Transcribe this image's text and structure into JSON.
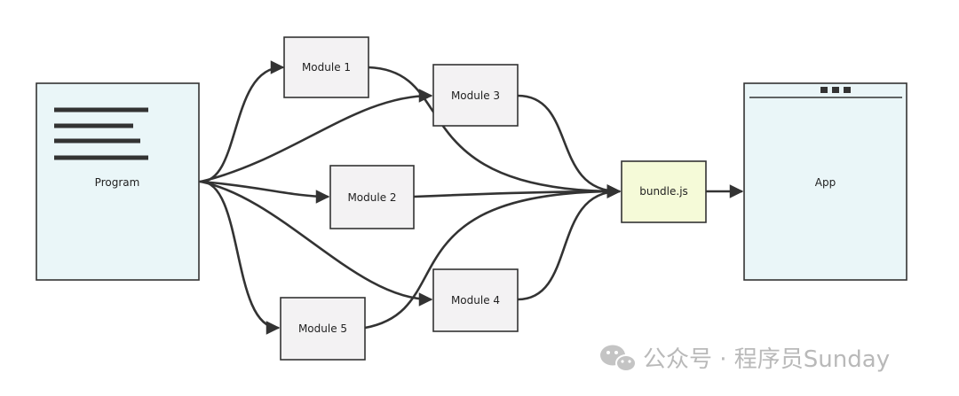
{
  "diagram": {
    "nodes": {
      "program": {
        "label": "Program"
      },
      "module1": {
        "label": "Module 1"
      },
      "module2": {
        "label": "Module 2"
      },
      "module3": {
        "label": "Module 3"
      },
      "module4": {
        "label": "Module 4"
      },
      "module5": {
        "label": "Module 5"
      },
      "bundle": {
        "label": "bundle.js"
      },
      "app": {
        "label": "App"
      }
    },
    "edges": [
      {
        "from": "program",
        "to": "module1"
      },
      {
        "from": "program",
        "to": "module3"
      },
      {
        "from": "program",
        "to": "module2"
      },
      {
        "from": "program",
        "to": "module4"
      },
      {
        "from": "program",
        "to": "module5"
      },
      {
        "from": "module1",
        "to": "bundle"
      },
      {
        "from": "module3",
        "to": "bundle"
      },
      {
        "from": "module2",
        "to": "bundle"
      },
      {
        "from": "module4",
        "to": "bundle"
      },
      {
        "from": "module5",
        "to": "bundle"
      },
      {
        "from": "bundle",
        "to": "app"
      }
    ],
    "colors": {
      "doc_fill": "#eaf6f8",
      "module_fill": "#f3f2f3",
      "bundle_fill": "#f5fad8",
      "stroke": "#333333"
    }
  },
  "watermark": {
    "text": "公众号 · 程序员Sunday",
    "icon": "wechat-icon"
  }
}
